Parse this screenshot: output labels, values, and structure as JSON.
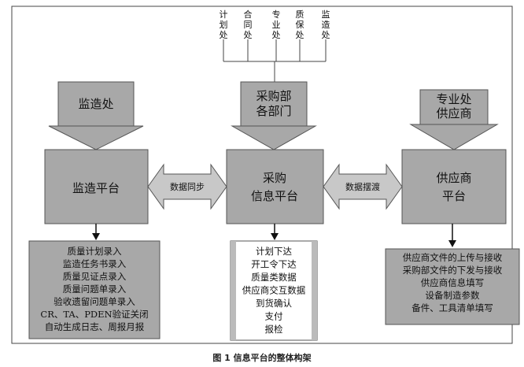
{
  "top_departments": [
    "计划处",
    "合同处",
    "专业处",
    "质保处",
    "监造处"
  ],
  "inputs": {
    "left": [
      "监造处"
    ],
    "center": [
      "采购部",
      "各部门"
    ],
    "right": [
      "专业处",
      "供应商"
    ]
  },
  "platforms": {
    "left": [
      "监造平台"
    ],
    "center": [
      "采购",
      "信息平台"
    ],
    "right": [
      "供应商",
      "平台"
    ]
  },
  "links": {
    "left": "数据同步",
    "right": "数据摆渡"
  },
  "functions": {
    "left": [
      "质量计划录入",
      "监造任务书录入",
      "质量见证点录入",
      "质量问题单录入",
      "验收遗留问题单录入",
      "CR、TA、PDEN验证关闭",
      "自动生成日志、周报月报"
    ],
    "center": [
      "计划下达",
      "开工令下达",
      "质量类数据",
      "供应商交互数据",
      "到货确认",
      "支付",
      "报检"
    ],
    "right": [
      "供应商文件的上传与接收",
      "采购部文件的下发与接收",
      "供应商信息填写",
      "设备制造参数",
      "备件、工具清单填写"
    ]
  },
  "caption": "图 1   信息平台的整体构架",
  "colors": {
    "box": "#a8a8a8",
    "light": "#c8c8c8",
    "line": "#555555"
  }
}
